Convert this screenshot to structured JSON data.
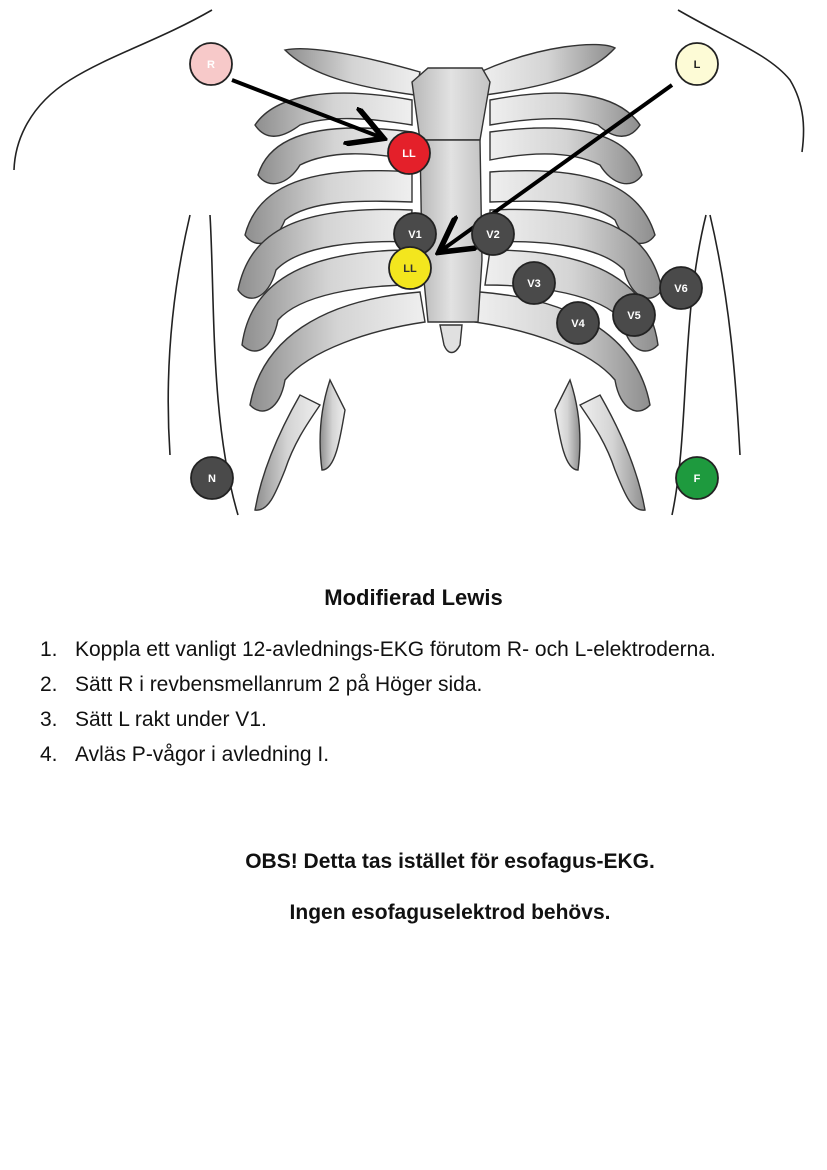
{
  "diagram": {
    "electrodes": [
      {
        "id": "R",
        "label": "R",
        "color": "#f7c9c9",
        "text_color": "#ffffff"
      },
      {
        "id": "L",
        "label": "L",
        "color": "#fdfbd6",
        "text_color": "#222222"
      },
      {
        "id": "LL",
        "label": "LL",
        "color": "#e4202a",
        "text_color": "#ffffff"
      },
      {
        "id": "V1",
        "label": "V1",
        "color": "#4a4a4a",
        "text_color": "#ffffff"
      },
      {
        "id": "V2",
        "label": "V2",
        "color": "#4a4a4a",
        "text_color": "#ffffff"
      },
      {
        "id": "LL2",
        "label": "LL",
        "color": "#f3e61e",
        "text_color": "#333333"
      },
      {
        "id": "V3",
        "label": "V3",
        "color": "#4a4a4a",
        "text_color": "#ffffff"
      },
      {
        "id": "V4",
        "label": "V4",
        "color": "#4a4a4a",
        "text_color": "#ffffff"
      },
      {
        "id": "V5",
        "label": "V5",
        "color": "#4a4a4a",
        "text_color": "#ffffff"
      },
      {
        "id": "V6",
        "label": "V6",
        "color": "#4a4a4a",
        "text_color": "#ffffff"
      },
      {
        "id": "N",
        "label": "N",
        "color": "#4a4a4a",
        "text_color": "#ffffff"
      },
      {
        "id": "F",
        "label": "F",
        "color": "#1e9a3e",
        "text_color": "#ffffff"
      }
    ],
    "arrows": [
      {
        "from": "R",
        "to": "LL"
      },
      {
        "from": "L",
        "to": "LL2"
      }
    ]
  },
  "title": "Modifierad Lewis",
  "steps": [
    {
      "num": "1.",
      "text": "Koppla ett vanligt 12-avlednings-EKG förutom R- och L-elektroderna."
    },
    {
      "num": "2.",
      "text": "Sätt R i revbensmellanrum 2 på Höger sida."
    },
    {
      "num": "3.",
      "text": "Sätt L rakt under V1."
    },
    {
      "num": "4.",
      "text": "Avläs P-vågor i avledning I."
    }
  ],
  "notes": {
    "obs": "OBS! Detta tas istället för esofagus-EKG.",
    "no_electrode": "Ingen esofaguselektrod behövs."
  }
}
